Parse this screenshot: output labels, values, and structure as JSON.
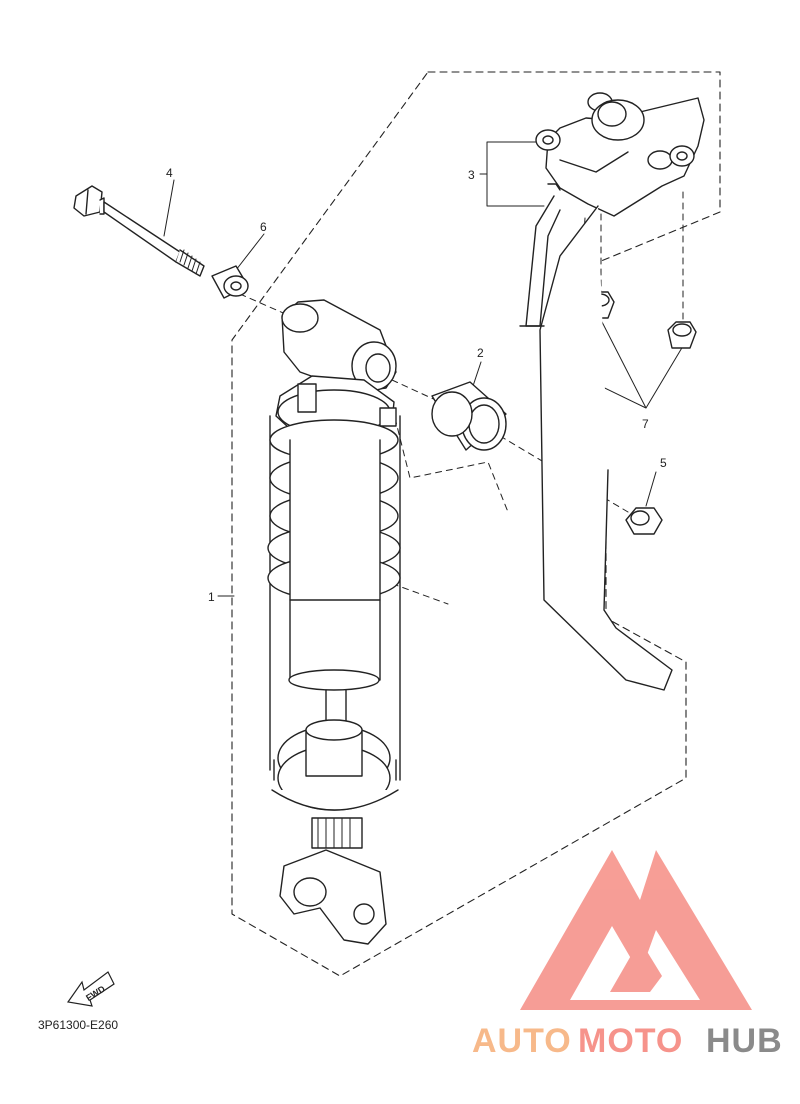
{
  "diagram": {
    "callouts": [
      {
        "id": "1",
        "text": "1"
      },
      {
        "id": "2",
        "text": "2"
      },
      {
        "id": "3",
        "text": "3"
      },
      {
        "id": "4",
        "text": "4"
      },
      {
        "id": "5",
        "text": "5"
      },
      {
        "id": "6",
        "text": "6"
      },
      {
        "id": "7",
        "text": "7"
      }
    ],
    "fwd_label": "FWD",
    "diagram_code": "3P61300-E260"
  },
  "watermark": {
    "part1": "AUTO",
    "part2": "MOTO",
    "part3": "HUB",
    "colors": {
      "logo": "#f6938b",
      "auto": "#f7b98a",
      "moto": "#f6938b",
      "hub": "#8a8a8a"
    }
  },
  "colors": {
    "line": "#222222",
    "background": "#ffffff"
  }
}
